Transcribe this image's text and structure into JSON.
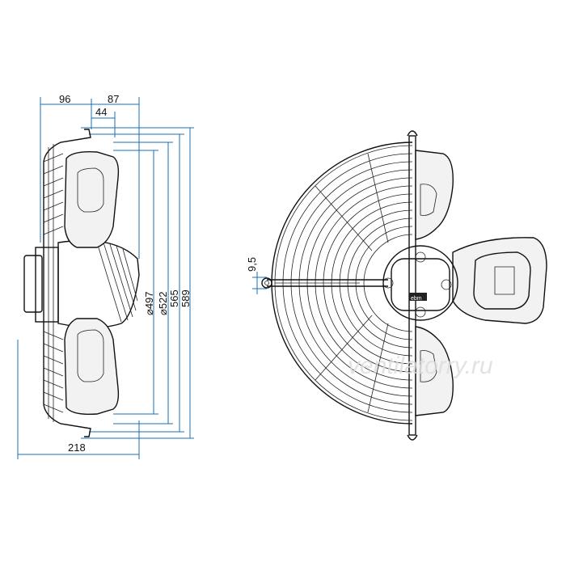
{
  "dimensions": {
    "top_left": "96",
    "top_right": "87",
    "top_inner": "44",
    "diameter_1": "⌀497",
    "diameter_2": "⌀522",
    "diameter_3": "565",
    "diameter_4": "589",
    "bottom_width": "218",
    "mount_offset": "9,5"
  },
  "label_plate": "ebm",
  "watermark": "ventilatorry.ru"
}
